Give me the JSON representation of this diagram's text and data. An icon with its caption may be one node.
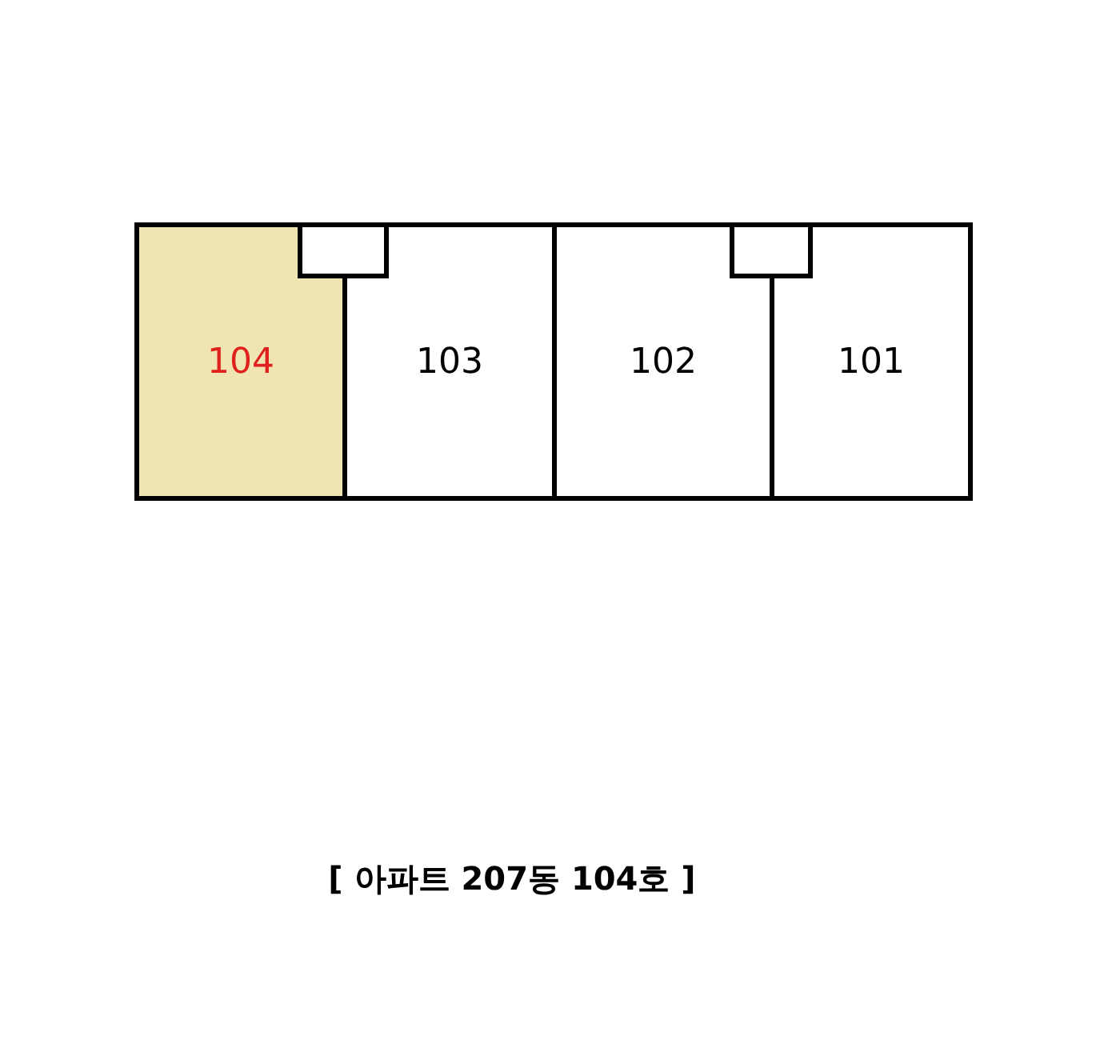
{
  "diagram": {
    "caption": "[ 아파트 207동 104호 ]",
    "nodes": [
      {
        "text": [
          "104"
        ]
      },
      {
        "text": [
          "103"
        ]
      },
      {
        "text": [
          "102"
        ]
      },
      {
        "text": [
          "101"
        ]
      },
      {
        "text": [],
        "shape": "box"
      },
      {
        "text": [],
        "shape": "box"
      }
    ]
  }
}
